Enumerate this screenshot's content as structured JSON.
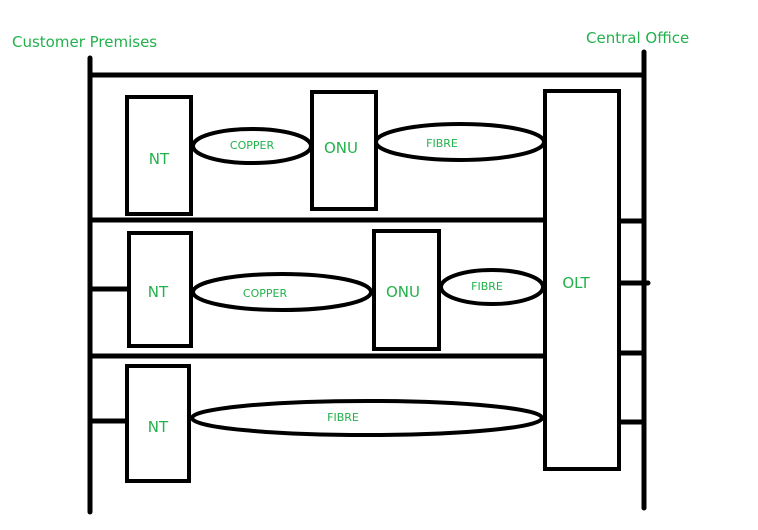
{
  "header": {
    "left_label": "Customer Premises",
    "right_label": "Central Office"
  },
  "rows": [
    {
      "nt_label": "NT",
      "link1_label": "COPPER",
      "onu_label": "ONU",
      "link2_label": "FIBRE"
    },
    {
      "nt_label": "NT",
      "link1_label": "COPPER",
      "onu_label": "ONU",
      "link2_label": "FIBRE"
    },
    {
      "nt_label": "NT",
      "link1_label": "FIBRE"
    }
  ],
  "olt": {
    "label": "OLT"
  },
  "colors": {
    "line": "#000000",
    "text": "#22b14c"
  }
}
